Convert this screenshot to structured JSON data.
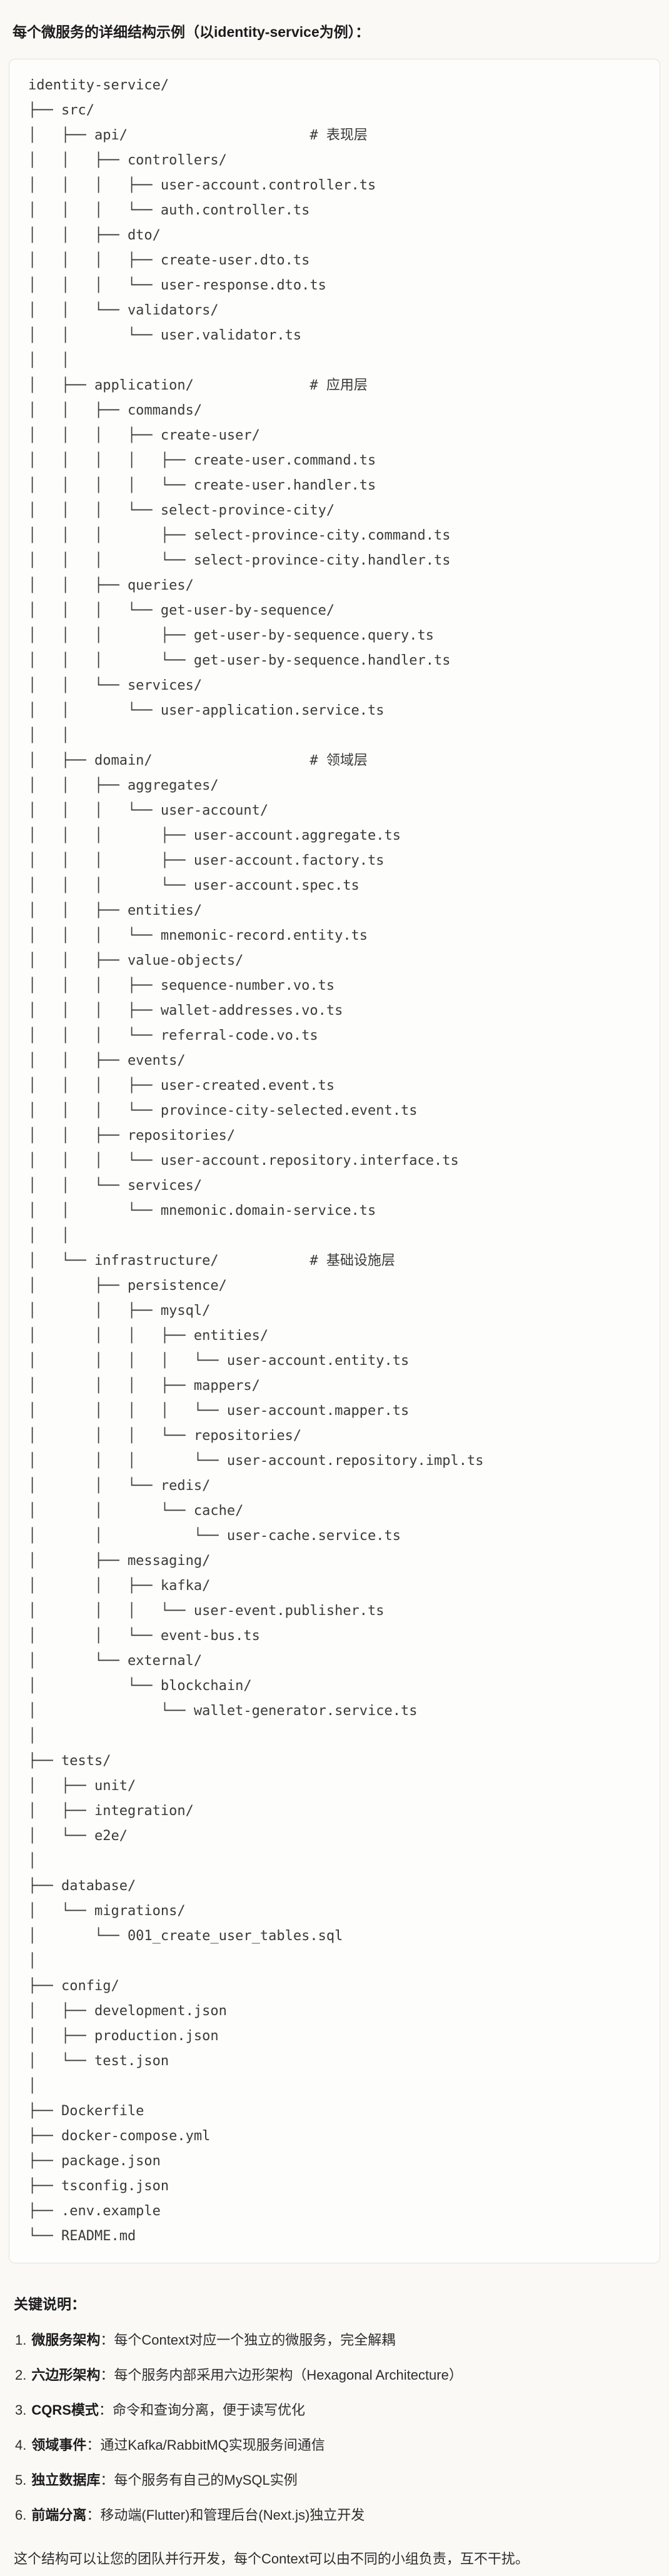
{
  "page": {
    "title": "每个微服务的详细结构示例（以identity-service为例）：",
    "tree_lines": [
      "identity-service/",
      "├── src/",
      "│   ├── api/                      # 表现层",
      "│   │   ├── controllers/",
      "│   │   │   ├── user-account.controller.ts",
      "│   │   │   └── auth.controller.ts",
      "│   │   ├── dto/",
      "│   │   │   ├── create-user.dto.ts",
      "│   │   │   └── user-response.dto.ts",
      "│   │   └── validators/",
      "│   │       └── user.validator.ts",
      "│   │",
      "│   ├── application/              # 应用层",
      "│   │   ├── commands/",
      "│   │   │   ├── create-user/",
      "│   │   │   │   ├── create-user.command.ts",
      "│   │   │   │   └── create-user.handler.ts",
      "│   │   │   └── select-province-city/",
      "│   │   │       ├── select-province-city.command.ts",
      "│   │   │       └── select-province-city.handler.ts",
      "│   │   ├── queries/",
      "│   │   │   └── get-user-by-sequence/",
      "│   │   │       ├── get-user-by-sequence.query.ts",
      "│   │   │       └── get-user-by-sequence.handler.ts",
      "│   │   └── services/",
      "│   │       └── user-application.service.ts",
      "│   │",
      "│   ├── domain/                   # 领域层",
      "│   │   ├── aggregates/",
      "│   │   │   └── user-account/",
      "│   │   │       ├── user-account.aggregate.ts",
      "│   │   │       ├── user-account.factory.ts",
      "│   │   │       └── user-account.spec.ts",
      "│   │   ├── entities/",
      "│   │   │   └── mnemonic-record.entity.ts",
      "│   │   ├── value-objects/",
      "│   │   │   ├── sequence-number.vo.ts",
      "│   │   │   ├── wallet-addresses.vo.ts",
      "│   │   │   └── referral-code.vo.ts",
      "│   │   ├── events/",
      "│   │   │   ├── user-created.event.ts",
      "│   │   │   └── province-city-selected.event.ts",
      "│   │   ├── repositories/",
      "│   │   │   └── user-account.repository.interface.ts",
      "│   │   └── services/",
      "│   │       └── mnemonic.domain-service.ts",
      "│   │",
      "│   └── infrastructure/           # 基础设施层",
      "│       ├── persistence/",
      "│       │   ├── mysql/",
      "│       │   │   ├── entities/",
      "│       │   │   │   └── user-account.entity.ts",
      "│       │   │   ├── mappers/",
      "│       │   │   │   └── user-account.mapper.ts",
      "│       │   │   └── repositories/",
      "│       │   │       └── user-account.repository.impl.ts",
      "│       │   └── redis/",
      "│       │       └── cache/",
      "│       │           └── user-cache.service.ts",
      "│       ├── messaging/",
      "│       │   ├── kafka/",
      "│       │   │   └── user-event.publisher.ts",
      "│       │   └── event-bus.ts",
      "│       └── external/",
      "│           └── blockchain/",
      "│               └── wallet-generator.service.ts",
      "│",
      "├── tests/",
      "│   ├── unit/",
      "│   ├── integration/",
      "│   └── e2e/",
      "│",
      "├── database/",
      "│   └── migrations/",
      "│       └── 001_create_user_tables.sql",
      "│",
      "├── config/",
      "│   ├── development.json",
      "│   ├── production.json",
      "│   └── test.json",
      "│",
      "├── Dockerfile",
      "├── docker-compose.yml",
      "├── package.json",
      "├── tsconfig.json",
      "├── .env.example",
      "└── README.md"
    ],
    "notes": {
      "heading": "关键说明：",
      "items": [
        {
          "num": "1.",
          "term": "微服务架构",
          "colon": "：",
          "text": "每个Context对应一个独立的微服务，完全解耦"
        },
        {
          "num": "2.",
          "term": "六边形架构",
          "colon": "：",
          "text": "每个服务内部采用六边形架构（Hexagonal Architecture）"
        },
        {
          "num": "3.",
          "term": "CQRS模式",
          "colon": "：",
          "text": "命令和查询分离，便于读写优化"
        },
        {
          "num": "4.",
          "term": "领域事件",
          "colon": "：",
          "text": "通过Kafka/RabbitMQ实现服务间通信"
        },
        {
          "num": "5.",
          "term": "独立数据库",
          "colon": "：",
          "text": "每个服务有自己的MySQL实例"
        },
        {
          "num": "6.",
          "term": "前端分离",
          "colon": "：",
          "text": "移动端(Flutter)和管理后台(Next.js)独立开发"
        }
      ],
      "footer": "这个结构可以让您的团队并行开发，每个Context可以由不同的小组负责，互不干扰。"
    }
  }
}
